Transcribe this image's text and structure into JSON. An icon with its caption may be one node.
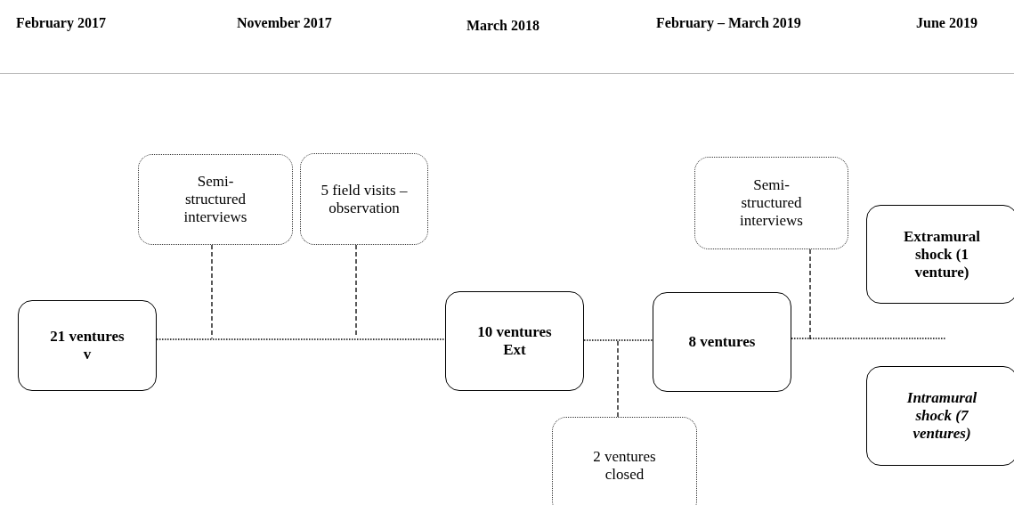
{
  "diagram": {
    "nodes": [
      {
        "text": [
          "21 ventures v"
        ]
      },
      {
        "text": [
          "10 ventures Ext"
        ]
      },
      {
        "text": [
          "8 ventures"
        ]
      },
      {
        "text": [
          "Extramural shock (1 venture)"
        ]
      },
      {
        "text": [
          "Intramural shock (7 ventures)"
        ]
      },
      {
        "text": [
          "Semi-structured interviews"
        ]
      },
      {
        "text": [
          "5 field visits – observation"
        ]
      },
      {
        "text": [
          "Semi-structured interviews"
        ]
      },
      {
        "text": [
          "2 ventures closed"
        ]
      }
    ],
    "edges": [
      {
        "from": 0,
        "to": 1,
        "arrow": "none"
      },
      {
        "from": 1,
        "to": 2,
        "arrow": "none"
      },
      {
        "from": 2,
        "to": null,
        "arrow": "none"
      },
      {
        "from": 5,
        "to": null,
        "arrow": "none",
        "style": "dashed"
      },
      {
        "from": 6,
        "to": null,
        "arrow": "none",
        "style": "dashed"
      },
      {
        "from": 7,
        "to": null,
        "arrow": "none",
        "style": "dashed"
      },
      {
        "from": 8,
        "to": null,
        "arrow": "none",
        "style": "dashed"
      }
    ],
    "labels": [
      "February 2017",
      "November 2017",
      "March 2018",
      "February – March 2019",
      "June 2019"
    ]
  }
}
